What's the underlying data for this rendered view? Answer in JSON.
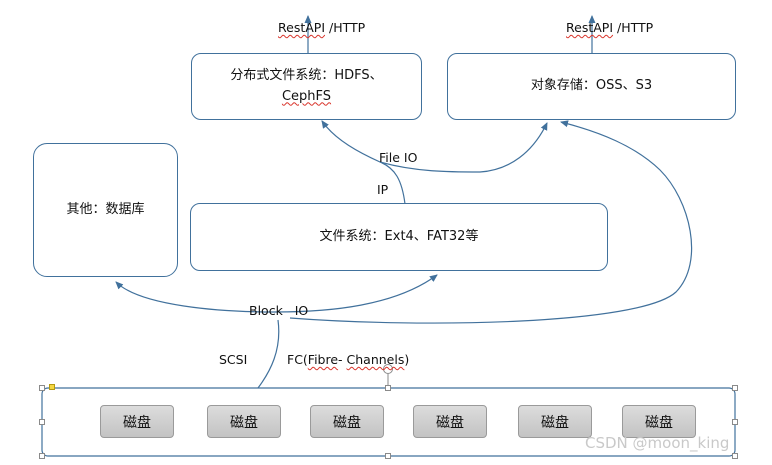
{
  "boxes": {
    "distributed_fs": {
      "line1": "分布式文件系统：HDFS、",
      "line2": "CephFS"
    },
    "object_storage": "对象存储：OSS、S3",
    "other": "其他：数据库",
    "file_system": "文件系统：Ext4、FAT32等"
  },
  "labels": {
    "rest_left": {
      "rest": "RestAPI",
      "http": " /HTTP"
    },
    "rest_right": {
      "rest": "RestAPI",
      "http": " /HTTP"
    },
    "file_io": "File IO",
    "ip": "IP",
    "block_io": "Block   IO",
    "scsi": "SCSI",
    "fc": {
      "prefix": "FC(",
      "fibre": "Fibre",
      "sep": "- ",
      "channels": "Channels",
      "suffix": ")"
    }
  },
  "disks": [
    "磁盘",
    "磁盘",
    "磁盘",
    "磁盘",
    "磁盘",
    "磁盘"
  ],
  "watermark": "CSDN @moon_king",
  "colors": {
    "border": "#41719c",
    "arrow": "#41719c",
    "disk_fill": "#cfcfcf",
    "squiggle": "#d9342b"
  }
}
